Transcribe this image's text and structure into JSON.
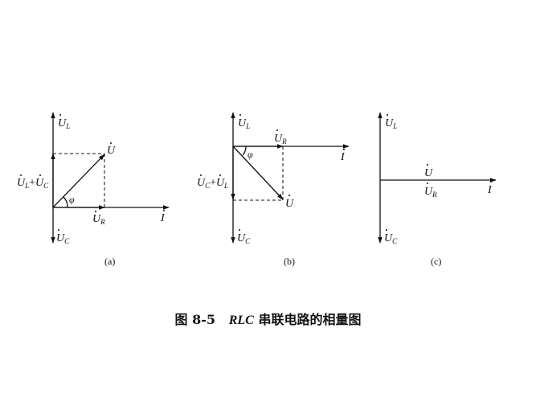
{
  "caption": {
    "figure_number": "图 8-5",
    "emphasis": "RLC",
    "text": "串联电路的相量图"
  },
  "labels": {
    "UL": "U",
    "UL_sub": "L",
    "UC": "U",
    "UC_sub": "C",
    "UR": "U",
    "UR_sub": "R",
    "U": "U",
    "I": "I",
    "phi": "φ",
    "sum_a": [
      "U",
      "L",
      "+",
      "U",
      "C"
    ],
    "sum_b": [
      "U",
      "C",
      "+",
      "U",
      "L"
    ]
  },
  "panels": [
    {
      "id": "a",
      "label": "(a)"
    },
    {
      "id": "b",
      "label": "(b)"
    },
    {
      "id": "c",
      "label": "(c)"
    }
  ]
}
